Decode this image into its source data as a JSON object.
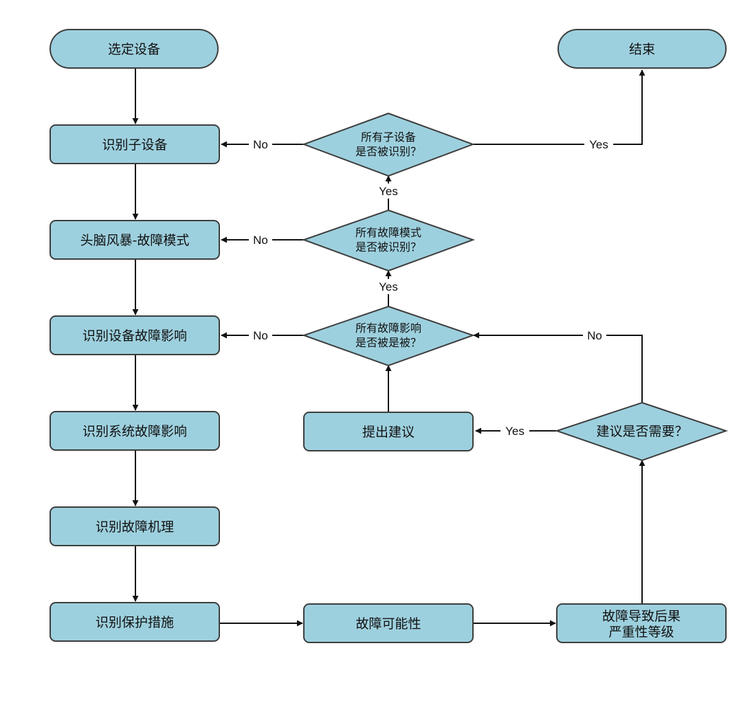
{
  "nodes": {
    "select_device": "选定设备",
    "end": "结束",
    "identify_subdevices": "识别子设备",
    "brainstorm_failure_modes": "头脑风暴-故障模式",
    "identify_device_failure_effects": "识别设备故障影响",
    "identify_system_failure_effects": "识别系统故障影响",
    "identify_failure_mechanism": "识别故障机理",
    "identify_protection_measures": "识别保护措施",
    "failure_likelihood": "故障可能性",
    "severity_line1": "故障导致后果",
    "severity_line2": "严重性等级",
    "propose_recommendation": "提出建议"
  },
  "decisions": {
    "all_subdevices_line1": "所有子设备",
    "all_subdevices_line2": "是否被识别？",
    "all_modes_line1": "所有故障模式",
    "all_modes_line2": "是否被识别？",
    "all_effects_line1": "所有故障影响",
    "all_effects_line2": "是否被是被？",
    "recommendation_needed": "建议是否需要？"
  },
  "edge_labels": {
    "yes": "Yes",
    "no": "No"
  },
  "colors": {
    "node_fill": "#9dd0de",
    "node_stroke": "#3d3d3d",
    "edge": "#111111"
  }
}
